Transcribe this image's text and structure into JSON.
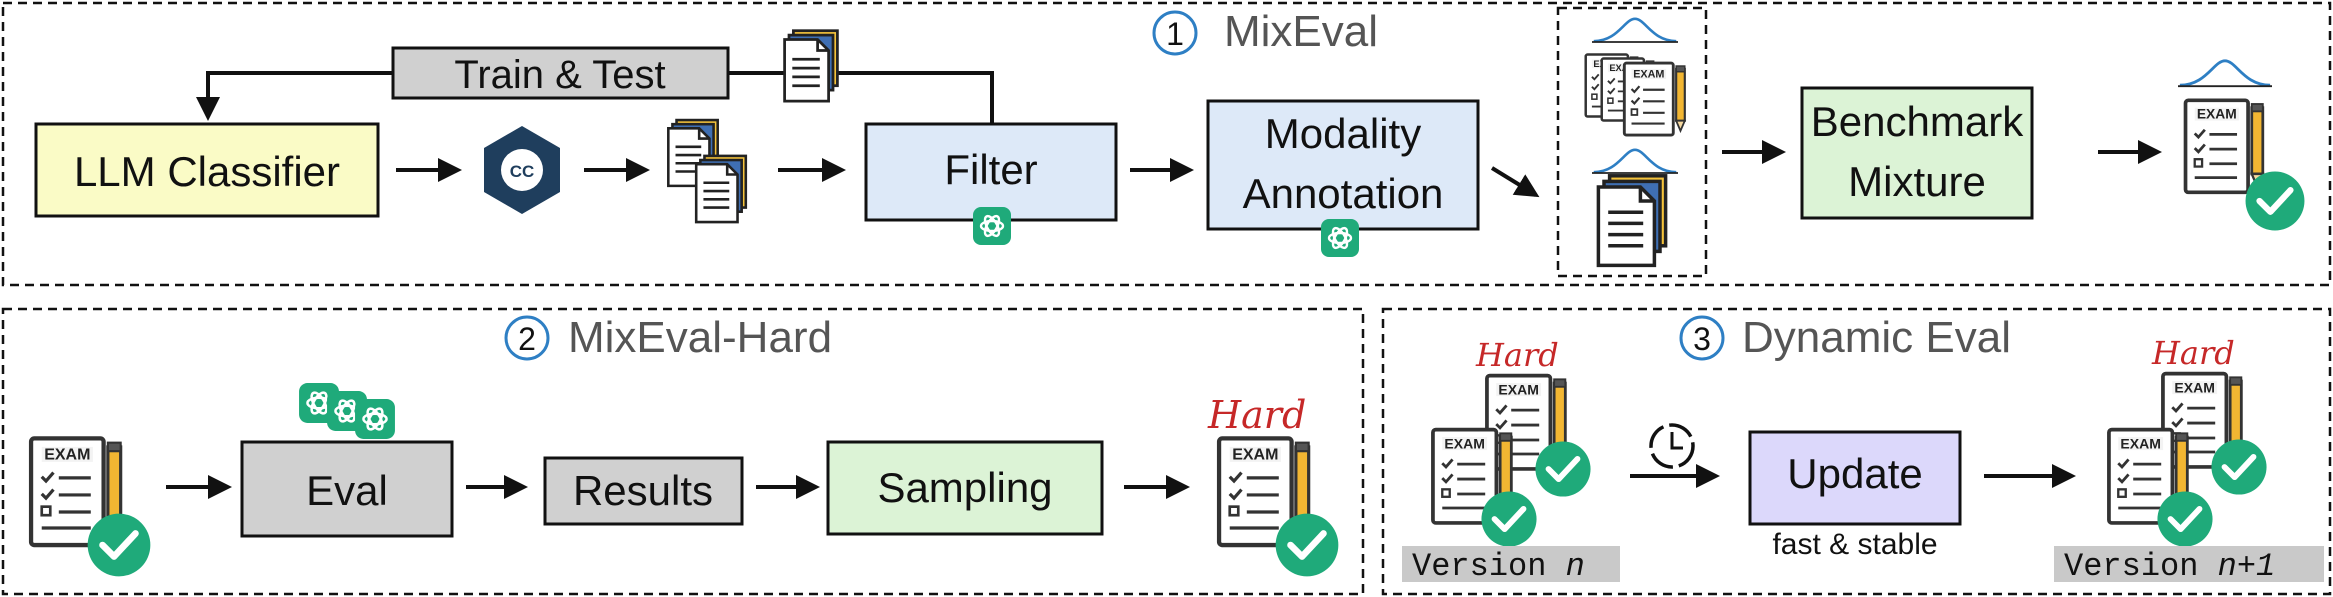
{
  "colors": {
    "classifier_fill": "#fafbc6",
    "filter_fill": "#dde9f8",
    "mixture_fill": "#dcf3d6",
    "update_fill": "#dcd8fb",
    "gray_fill": "#d0d0d0",
    "badge_green": "#1faa7a",
    "circle_blue": "#2e7fc4",
    "hard_red": "#c62828"
  },
  "icons": {
    "common_crawl": "common-crawl-icon",
    "documents": "documents-icon",
    "gpt": "openai-icon",
    "exam": "exam-icon",
    "check": "check-badge-icon",
    "clock": "clock-icon",
    "distribution": "distribution-curve-icon"
  },
  "section1": {
    "number": "1",
    "title": "MixEval",
    "train_test": "Train & Test",
    "classifier": "LLM Classifier",
    "cc": "CC",
    "filter": "Filter",
    "modality_line1": "Modality",
    "modality_line2": "Annotation",
    "mixture_line1": "Benchmark",
    "mixture_line2": "Mixture"
  },
  "section2": {
    "number": "2",
    "title": "MixEval-Hard",
    "eval": "Eval",
    "results": "Results",
    "sampling": "Sampling",
    "hard_label": "Hard"
  },
  "section3": {
    "number": "3",
    "title": "Dynamic Eval",
    "hard_label_left": "Hard",
    "hard_label_right": "Hard",
    "update": "Update",
    "fast_stable": "fast & stable",
    "version_left_word": "Version",
    "version_left_n": "n",
    "version_right_word": "Version",
    "version_right_n": "n+1"
  },
  "exam_label": "EXAM"
}
